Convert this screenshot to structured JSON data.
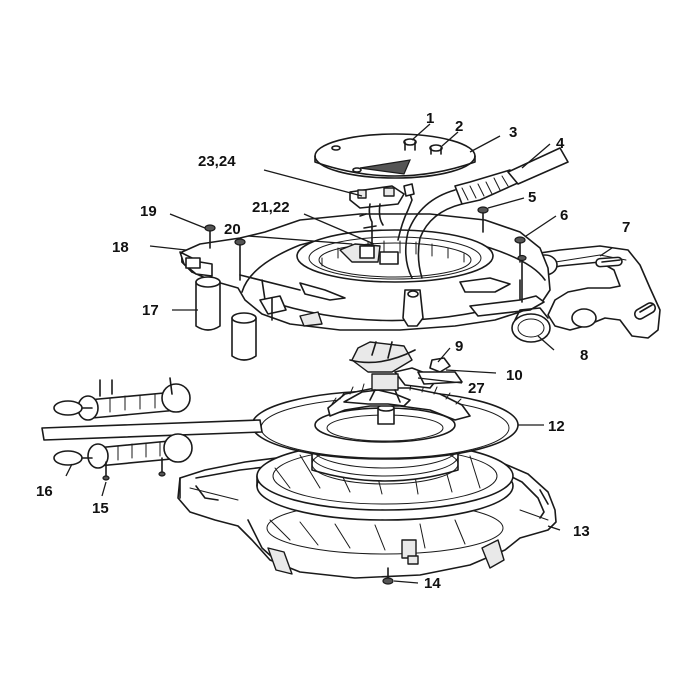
{
  "labels": {
    "p1": "1",
    "p2": "2",
    "p3": "3",
    "p4": "4",
    "p5": "5",
    "p6": "6",
    "p7": "7",
    "p8": "8",
    "p9": "9",
    "p10": "10",
    "p12": "12",
    "p13": "13",
    "p14": "14",
    "p15": "15",
    "p16": "16",
    "p17": "17",
    "p18": "18",
    "p19": "19",
    "p20": "20",
    "p21_22": "21,22",
    "p23_24": "23,24",
    "p27": "27"
  }
}
